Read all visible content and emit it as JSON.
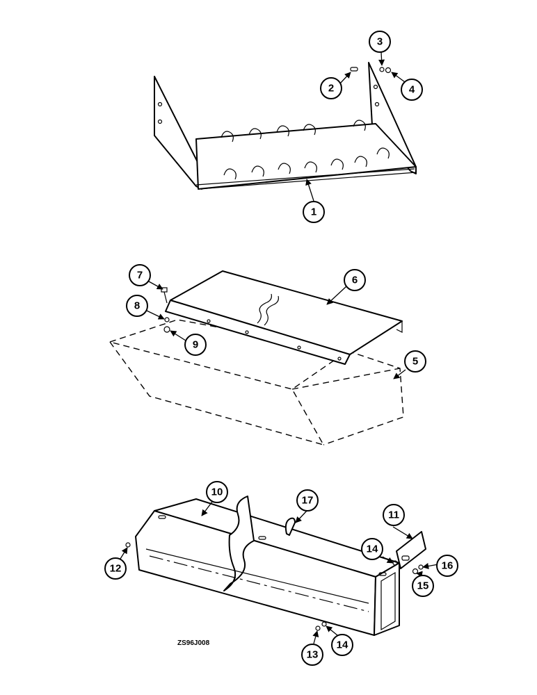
{
  "figure_code": "ZS96J008",
  "callouts": [
    {
      "id": "c1",
      "label": "1"
    },
    {
      "id": "c2",
      "label": "2"
    },
    {
      "id": "c3",
      "label": "3"
    },
    {
      "id": "c4",
      "label": "4"
    },
    {
      "id": "c5",
      "label": "5"
    },
    {
      "id": "c6",
      "label": "6"
    },
    {
      "id": "c7",
      "label": "7"
    },
    {
      "id": "c8",
      "label": "8"
    },
    {
      "id": "c9",
      "label": "9"
    },
    {
      "id": "c10",
      "label": "10"
    },
    {
      "id": "c11",
      "label": "11"
    },
    {
      "id": "c12",
      "label": "12"
    },
    {
      "id": "c13",
      "label": "13"
    },
    {
      "id": "c14a",
      "label": "14"
    },
    {
      "id": "c14b",
      "label": "14"
    },
    {
      "id": "c15",
      "label": "15"
    },
    {
      "id": "c16",
      "label": "16"
    },
    {
      "id": "c17",
      "label": "17"
    }
  ]
}
